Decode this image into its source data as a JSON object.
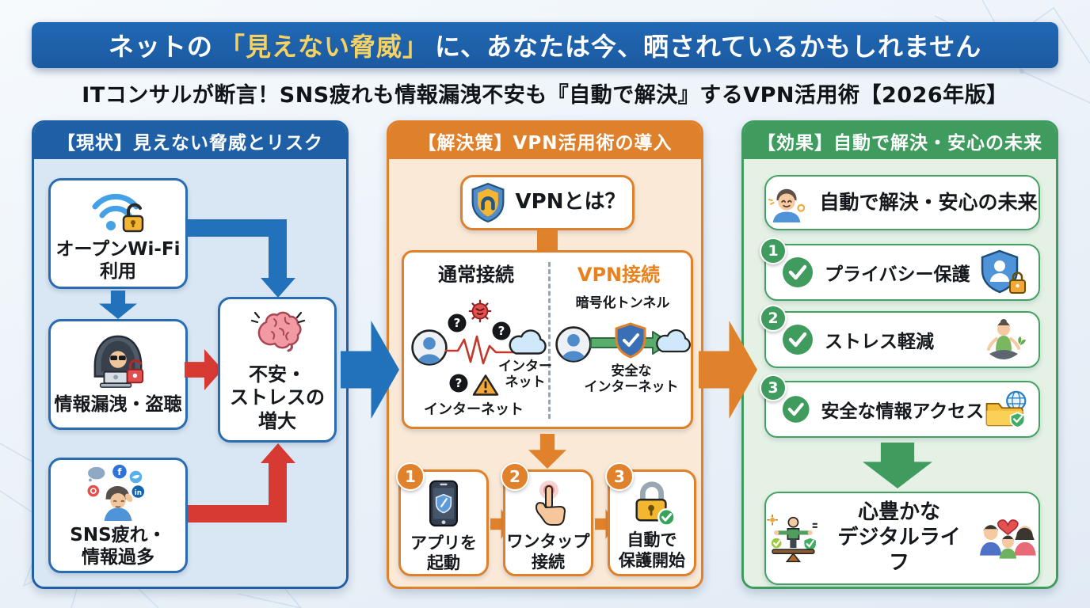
{
  "banner": {
    "pre": "ネットの",
    "highlight": "「見えない脅威」",
    "post": "に、あなたは今、晒されているかもしれません"
  },
  "subtitle": "ITコンサルが断言！SNS疲れも情報漏洩不安も『自動で解決』するVPN活用術【2026年版】",
  "left_panel": {
    "header": "【現状】見えない脅威とリスク",
    "wifi_label": "オープンWi-Fi\n利用",
    "leak_label": "情報漏洩・盗聴",
    "sns_label": "SNS疲れ・\n情報過多",
    "stress_label": "不安・\nストレスの\n増大"
  },
  "middle_panel": {
    "header": "【解決策】VPN活用術の導入",
    "vpn_question": "VPNとは？",
    "compare": {
      "normal_title": "通常接続",
      "vpn_title": "VPN接続",
      "tunnel_label": "暗号化トンネル",
      "internet_side": "インター\nネット",
      "internet_bottom": "インターネット",
      "safe_internet": "安全な\nインターネット"
    },
    "steps": [
      {
        "num": "1",
        "label": "アプリを\n起動"
      },
      {
        "num": "2",
        "label": "ワンタップ\n接続"
      },
      {
        "num": "3",
        "label": "自動で\n保護開始"
      }
    ]
  },
  "right_panel": {
    "header": "【効果】自動で解決・安心の未来",
    "top_label": "自動で解決・安心の未来",
    "benefits": [
      {
        "num": "1",
        "label": "プライバシー保護"
      },
      {
        "num": "2",
        "label": "ストレス軽減"
      },
      {
        "num": "3",
        "label": "安全な情報アクセス"
      }
    ],
    "final_label": "心豊かな\nデジタルライフ"
  },
  "icons": {
    "question_mark": "?",
    "facebook_letter": "f",
    "linkedin_letter": "in"
  },
  "colors": {
    "banner_blue": "#1c5ea8",
    "highlight_yellow": "#f5d262",
    "panel_blue": "#1e5fa6",
    "panel_blue_bg": "#d9e6f3",
    "panel_orange": "#df802a",
    "panel_orange_bg": "#fbe9d7",
    "panel_green": "#3f9c5e",
    "panel_green_bg": "#e4f1e4",
    "arrow_blue": "#2272bb",
    "arrow_red": "#d63a32",
    "vpn_accent_orange": "#e8821e"
  }
}
